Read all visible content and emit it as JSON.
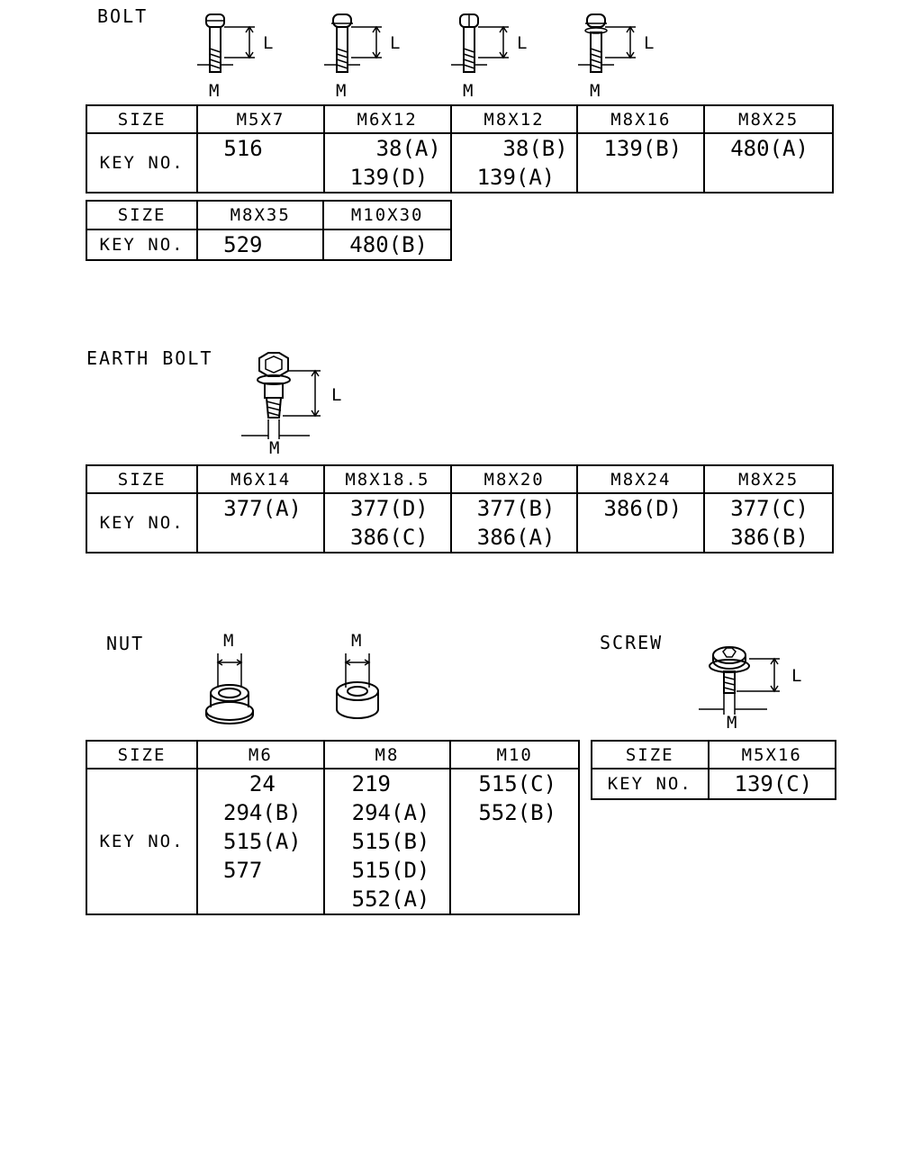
{
  "bolt": {
    "title": "BOLT",
    "dim_l": "L",
    "dim_m": "M",
    "table1": {
      "row_labels": [
        "SIZE",
        "KEY NO."
      ],
      "sizes": [
        "M5X7",
        "M6X12",
        "M8X12",
        "M8X16",
        "M8X25"
      ],
      "keys": [
        [
          "516"
        ],
        [
          "  38(A)",
          "139(D)"
        ],
        [
          "  38(B)",
          "139(A)"
        ],
        [
          "139(B)"
        ],
        [
          "480(A)"
        ]
      ]
    },
    "table2": {
      "row_labels": [
        "SIZE",
        "KEY NO."
      ],
      "sizes": [
        "M8X35",
        "M10X30"
      ],
      "keys": [
        "529",
        "480(B)"
      ]
    }
  },
  "earth_bolt": {
    "title": "EARTH BOLT",
    "dim_l": "L",
    "dim_m": "M",
    "table": {
      "row_labels": [
        "SIZE",
        "KEY NO."
      ],
      "sizes": [
        "M6X14",
        "M8X18.5",
        "M8X20",
        "M8X24",
        "M8X25"
      ],
      "keys": [
        [
          "377(A)"
        ],
        [
          "377(D)",
          "386(C)"
        ],
        [
          "377(B)",
          "386(A)"
        ],
        [
          "386(D)"
        ],
        [
          "377(C)",
          "386(B)"
        ]
      ]
    }
  },
  "nut": {
    "title": "NUT",
    "dim_m": "M",
    "table": {
      "row_labels": [
        "SIZE",
        "KEY NO."
      ],
      "sizes": [
        "M6",
        "M8",
        "M10"
      ],
      "keys": [
        [
          "  24",
          "294(B)",
          "515(A)",
          "577"
        ],
        [
          "219",
          "294(A)",
          "515(B)",
          "515(D)",
          "552(A)"
        ],
        [
          "515(C)",
          "552(B)"
        ]
      ]
    }
  },
  "screw": {
    "title": "SCREW",
    "dim_l": "L",
    "dim_m": "M",
    "table": {
      "row_labels": [
        "SIZE",
        "KEY NO."
      ],
      "sizes": [
        "M5X16"
      ],
      "keys": [
        "139(C)"
      ]
    }
  }
}
